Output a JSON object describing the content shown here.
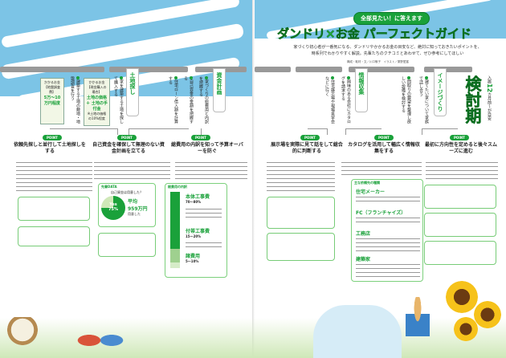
{
  "header": {
    "badge": "全部見たい！に答えます",
    "title": "ダンドリ×お金 パーフェクトガイド",
    "lead_line1": "家づくり初心者が一番気になる、ダンドリやかかるお金の目安など、絶対に知っておきたいポイントを、",
    "lead_line2": "時系列でわかりやすく解説。先輩たちのクチコミとあわせて、ぜひ参考にしてほしい",
    "credit": "構成・取材・文／川口敬子　イラスト／栗野愛冨"
  },
  "phase": {
    "title": "検討期",
    "subtitle_pre": "入居",
    "months": "12",
    "subtitle_post": "カ月前〜が目安"
  },
  "steps": [
    {
      "label": "土地探し",
      "items": [
        "建築する土地の敷地・地盤調査を行う",
        "家を建築する土地を探して購入する"
      ]
    },
    {
      "label": "資金計画",
      "items": [
        "住宅ローン借入額を計算する",
        "自己資金の金額を把握する",
        "家づくりの総費用と内訳を把握する"
      ]
    },
    {
      "label": "情報収集",
      "items": [
        "住宅展示場や現場見学会などに行く",
        "興味のある会社にカタログを請求する"
      ]
    },
    {
      "label": "イメージづくり",
      "items": [
        "間取りの要望を整理し欲しい設備を検討する",
        "建てたい家について家族で話し合う"
      ]
    }
  ],
  "money_boxes": [
    {
      "tag": "かかるお金",
      "head": "【地盤調査費】",
      "amount": "5万〜10万円程度"
    },
    {
      "tag": "かかるお金",
      "head": "【現金購入の場合】",
      "amount": "土地の価格 ＋ 土地の手付金",
      "note": "※土地の価格の10%程度"
    }
  ],
  "points": [
    {
      "label": "POINT",
      "title": "依頼先探しと並行して土地探しをする"
    },
    {
      "label": "POINT",
      "title": "自己資金を確保して無理のない資金計画を立てる"
    },
    {
      "label": "POINT",
      "title": "総費用の内訳を知って予算オーバーを防ぐ"
    },
    {
      "label": "POINT",
      "title": "展示場を実際に見て話をして総合的に判断する"
    },
    {
      "label": "POINT",
      "title": "カタログを活用して幅広く情報収集をする"
    },
    {
      "label": "POINT",
      "title": "最初に方向性を定めると後々スムーズに進む"
    }
  ],
  "self_fund": {
    "tag": "先輩DATA",
    "question": "自己資金は用意した？",
    "yes": "Yes",
    "percent": "75%",
    "avg_label": "平均",
    "avg": "959万円",
    "avg_note": "用意した",
    "ratio": 0.75
  },
  "cost_breakdown": {
    "tag": "総費用の内訳",
    "items": [
      {
        "name": "本体工事費",
        "range": "70〜80%",
        "share": 0.75
      },
      {
        "name": "付帯工事費",
        "range": "15〜20%",
        "share": 0.18
      },
      {
        "name": "諸費用",
        "range": "5〜10%",
        "share": 0.07
      }
    ]
  },
  "builders": {
    "tag": "主な依頼先の種類",
    "types": [
      "住宅メーカー",
      "FC（フランチャイズ）",
      "工務店",
      "建築家"
    ]
  },
  "colors": {
    "green": "#1aa13a",
    "sky": "#7cc4e6"
  }
}
